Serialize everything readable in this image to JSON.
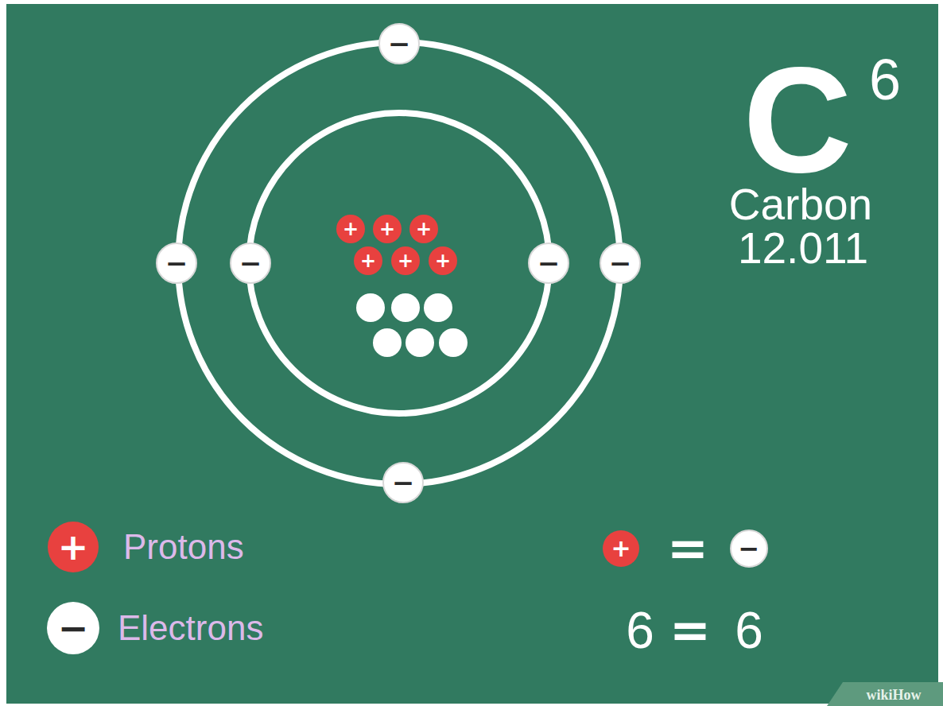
{
  "diagram": {
    "nodes": [
      {
        "text": [
          "−"
        ]
      },
      {
        "text": [
          "+"
        ]
      },
      {
        "text": [
          "+"
        ]
      },
      {
        "text": [
          "+"
        ]
      },
      {
        "text": [
          "−"
        ]
      },
      {
        "text": [
          "−"
        ]
      },
      {
        "text": [
          "+"
        ]
      },
      {
        "text": [
          "+"
        ]
      },
      {
        "text": [
          "+"
        ]
      },
      {
        "text": [
          "−"
        ]
      },
      {
        "text": [
          "−"
        ]
      },
      {
        "text": [
          "−"
        ]
      },
      {
        "text": [
          "+"
        ]
      },
      {
        "text": [
          "−"
        ]
      }
    ],
    "labels": [
      "C",
      "6",
      "Carbon",
      "12.011",
      "+",
      "−",
      "=",
      "6",
      "=",
      "6",
      "wikiHow"
    ],
    "legend": [
      {
        "text": "Protons",
        "color": "#e8413f"
      },
      {
        "text": "Electrons",
        "color": "#ffffff"
      }
    ]
  }
}
